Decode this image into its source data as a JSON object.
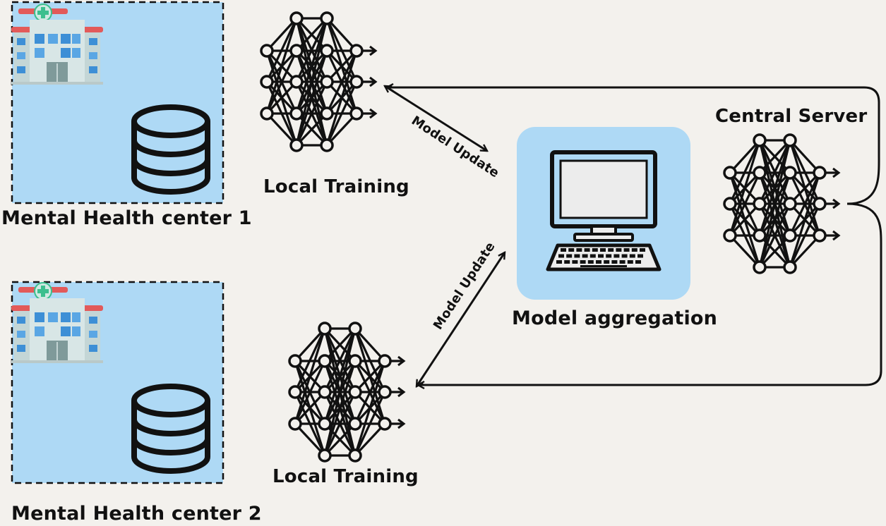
{
  "centers": [
    {
      "label": "Mental Health center 1"
    },
    {
      "label": "Mental Health center 2"
    }
  ],
  "local_training": [
    {
      "label": "Local Training"
    },
    {
      "label": "Local Training"
    }
  ],
  "model_update": [
    {
      "label": "Model Update"
    },
    {
      "label": "Model Update"
    }
  ],
  "server": {
    "title": "Central Server",
    "aggregation_label": "Model aggregation"
  },
  "icons": {
    "hospital": "hospital-icon",
    "database": "database-icon",
    "network": "neural-network-icon",
    "computer": "desktop-computer-icon"
  },
  "colors": {
    "background": "#f3f1ed",
    "panel_blue": "#aed9f5",
    "ink": "#111111",
    "hospital_red": "#e25a5a",
    "hospital_green": "#3cbf8e",
    "window_blue": "#3d8fd6"
  }
}
